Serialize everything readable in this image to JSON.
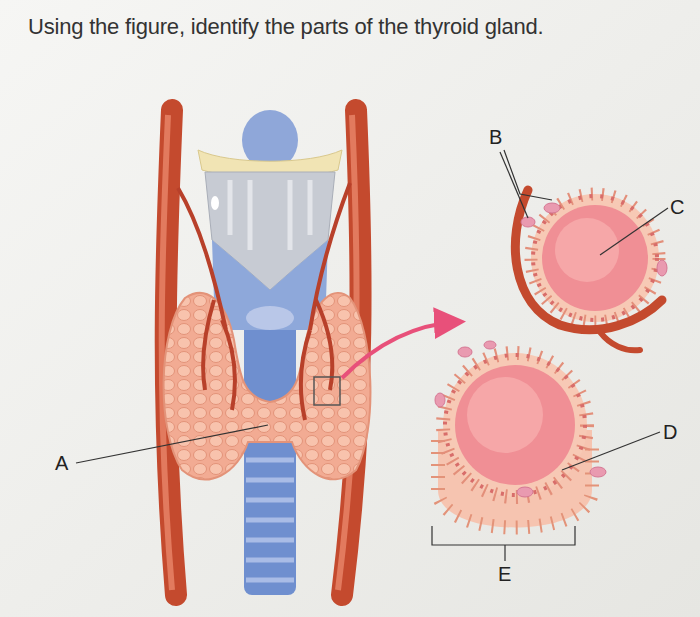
{
  "diagram": {
    "title": "Using the figure, identify the parts of the thyroid gland.",
    "labels": [
      "B",
      "C",
      "A",
      "D",
      "E"
    ]
  }
}
